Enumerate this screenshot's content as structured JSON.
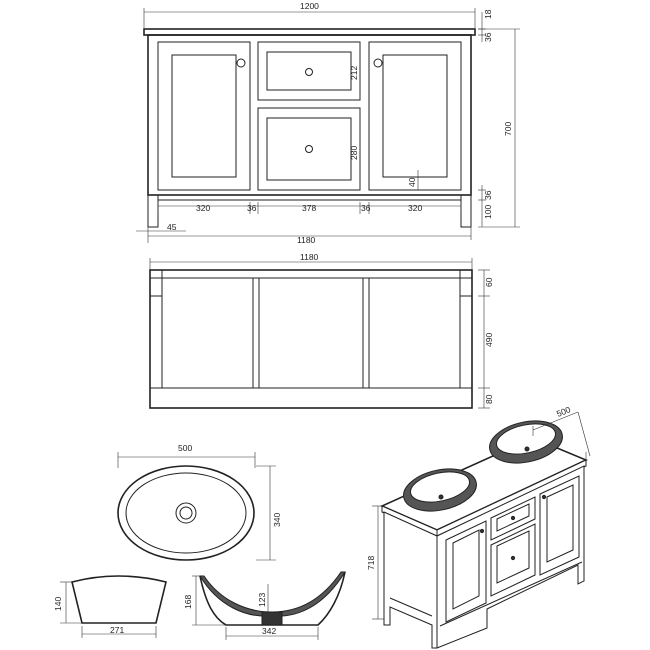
{
  "front_view": {
    "overall_width": "1200",
    "top_thickness": "18",
    "frame_top": "36",
    "overall_height": "700",
    "drawer_top_height": "212",
    "drawer_bottom_height": "280",
    "door_rail": "40",
    "frame_bottom": "36",
    "leg_height": "100",
    "door_width_left": "320",
    "stile_left": "36",
    "drawer_width": "378",
    "stile_right": "36",
    "door_width_right": "320",
    "leg_offset": "45",
    "frame_width": "1180"
  },
  "back_view": {
    "overall_width": "1180",
    "top_rail": "60",
    "panel_height": "490",
    "bottom_rail": "80"
  },
  "basin_plan": {
    "width": "500",
    "depth": "340"
  },
  "basin_side": {
    "height": "140",
    "base_width": "271"
  },
  "basin_section": {
    "height": "168",
    "bowl_depth": "123",
    "base_width": "342"
  },
  "iso_view": {
    "depth": "500",
    "height": "718"
  }
}
